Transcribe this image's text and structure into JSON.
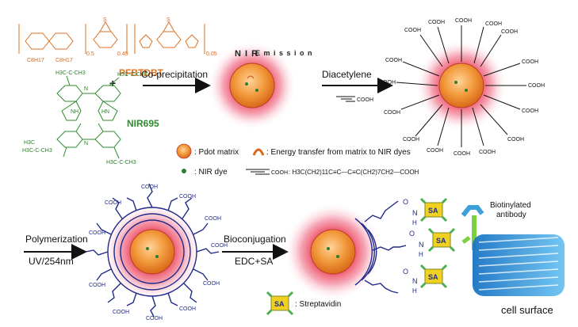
{
  "labels": {
    "polymer": "PFBTDBT",
    "dye": "NIR695",
    "plus": "+",
    "step1": "Co-precipitation",
    "step2": "Diacetylene",
    "step3a": "Polymerization",
    "step3b": "UV/254nm",
    "step4a": "Bioconjugation",
    "step4b": "EDC+SA",
    "emission_nir": "N I R",
    "emission_word": "E m i s s i o n",
    "cooh": "COOH",
    "cell_surface": "cell surface",
    "antibody": "Biotinylated\nantibody",
    "antibody_line1": "Biotinylated",
    "antibody_line2": "antibody",
    "sa": "SA"
  },
  "legend": {
    "pdot": ": Pdot matrix",
    "energy": ": Energy transfer from matrix to NIR dyes",
    "dye": ": NIR dye",
    "diacetylene_formula": ": H3C(CH2)11C≡C—C≡C(CH2)7CH2—COOH",
    "sa": ": Streptavidin"
  },
  "chem_text": {
    "c8h17_a": "C8H17",
    "c8h17_b": "C8H17",
    "sub_05": "0.5",
    "sub_045": "0.45",
    "sub_005": "0.05",
    "nh": "NH",
    "hn": "HN",
    "n": "N",
    "tbu": "H3C-C-CH3",
    "h3c": "H3C",
    "ch3": "CH3",
    "s": "S",
    "amide_o": "O",
    "amide_n": "N",
    "amide_h": "H"
  },
  "colors": {
    "orange": "#e07020",
    "green": "#2e8b2e",
    "navy": "#1f2a8a",
    "glow": "#e8283c",
    "sa_yellow": "#f0d020",
    "cell_blue": "#2a8fd6"
  }
}
